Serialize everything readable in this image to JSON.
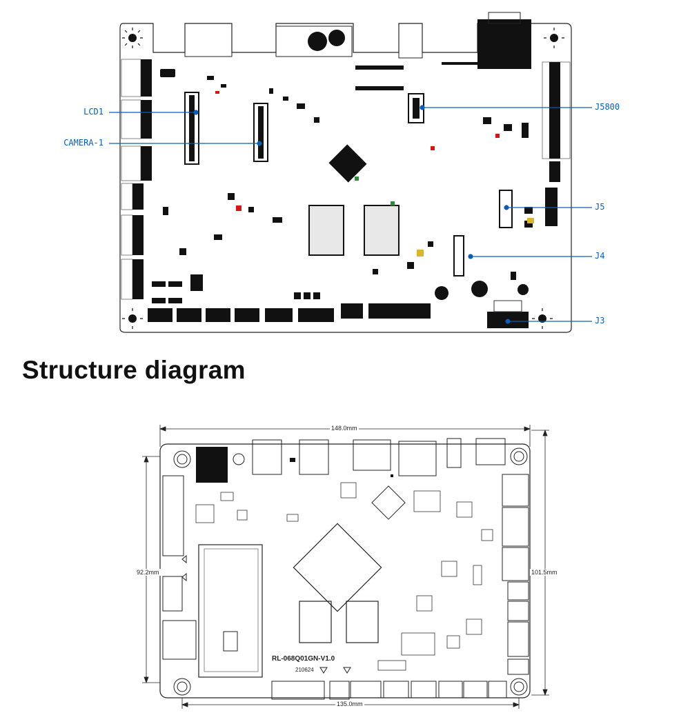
{
  "top_board": {
    "callouts_left": [
      {
        "label": "LCD1"
      },
      {
        "label": "CAMERA-1"
      }
    ],
    "callouts_right": [
      {
        "label": "J5800"
      },
      {
        "label": "J5"
      },
      {
        "label": "J4"
      },
      {
        "label": "J3"
      }
    ]
  },
  "heading": "Structure diagram",
  "bottom_board": {
    "dimensions": {
      "top_width": "148.0mm",
      "bottom_width": "135.0mm",
      "left_height": "92.2mm",
      "right_height": "101.5mm"
    },
    "silkscreen": {
      "model": "RL-068Q01GN-V1.0",
      "date": "210624"
    }
  },
  "colors": {
    "callout_line": "#0a5db3",
    "board_outline": "#222222",
    "component_fill": "#111111"
  }
}
